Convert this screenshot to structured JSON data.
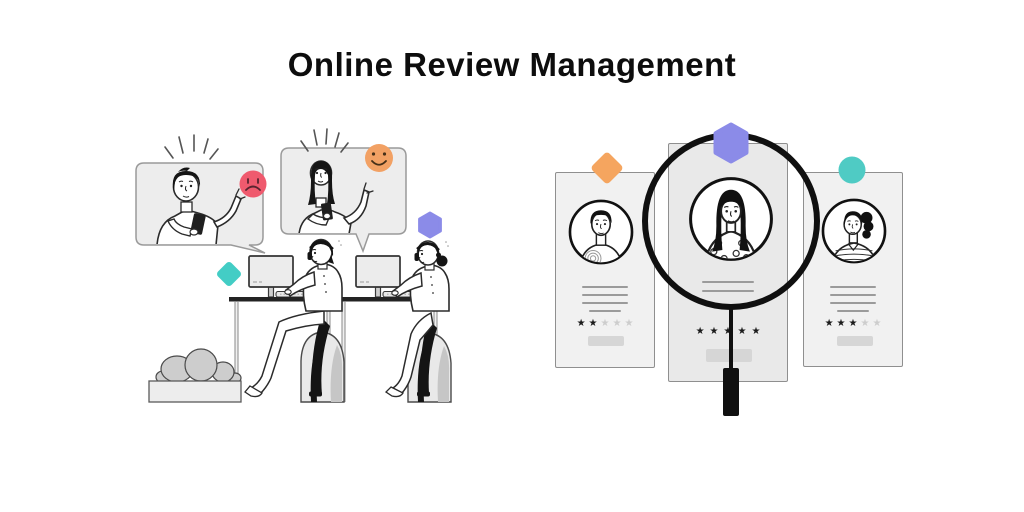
{
  "title": "Online Review Management",
  "colors": {
    "negative_face": "#EF5A6E",
    "positive_face": "#F2A164",
    "purple_hexagon": "#8B8BE8",
    "teal_diamond": "#43CDC5",
    "orange_diamond": "#F5A55F",
    "teal_circle": "#4FCBC4",
    "star_filled": "#1B1B1B",
    "star_empty": "#CDCDCD"
  },
  "left_scene": {
    "negative_bubble_icon": "sad-face-icon",
    "positive_bubble_icon": "happy-face-icon",
    "people": [
      "man-reviewing-on-phone",
      "woman-reviewing-on-phone",
      "support-agent-man",
      "support-agent-woman"
    ]
  },
  "review_cards": [
    {
      "id": "reviewer-left",
      "avatar": "man-short-hair",
      "rating": 2,
      "max": 5,
      "accent": "orange-diamond"
    },
    {
      "id": "reviewer-center",
      "avatar": "woman-long-hair",
      "rating": 5,
      "max": 5,
      "accent": "purple-hexagon",
      "magnified": true
    },
    {
      "id": "reviewer-right",
      "avatar": "woman-side-ponytail",
      "rating": 3,
      "max": 5,
      "accent": "teal-circle"
    }
  ]
}
